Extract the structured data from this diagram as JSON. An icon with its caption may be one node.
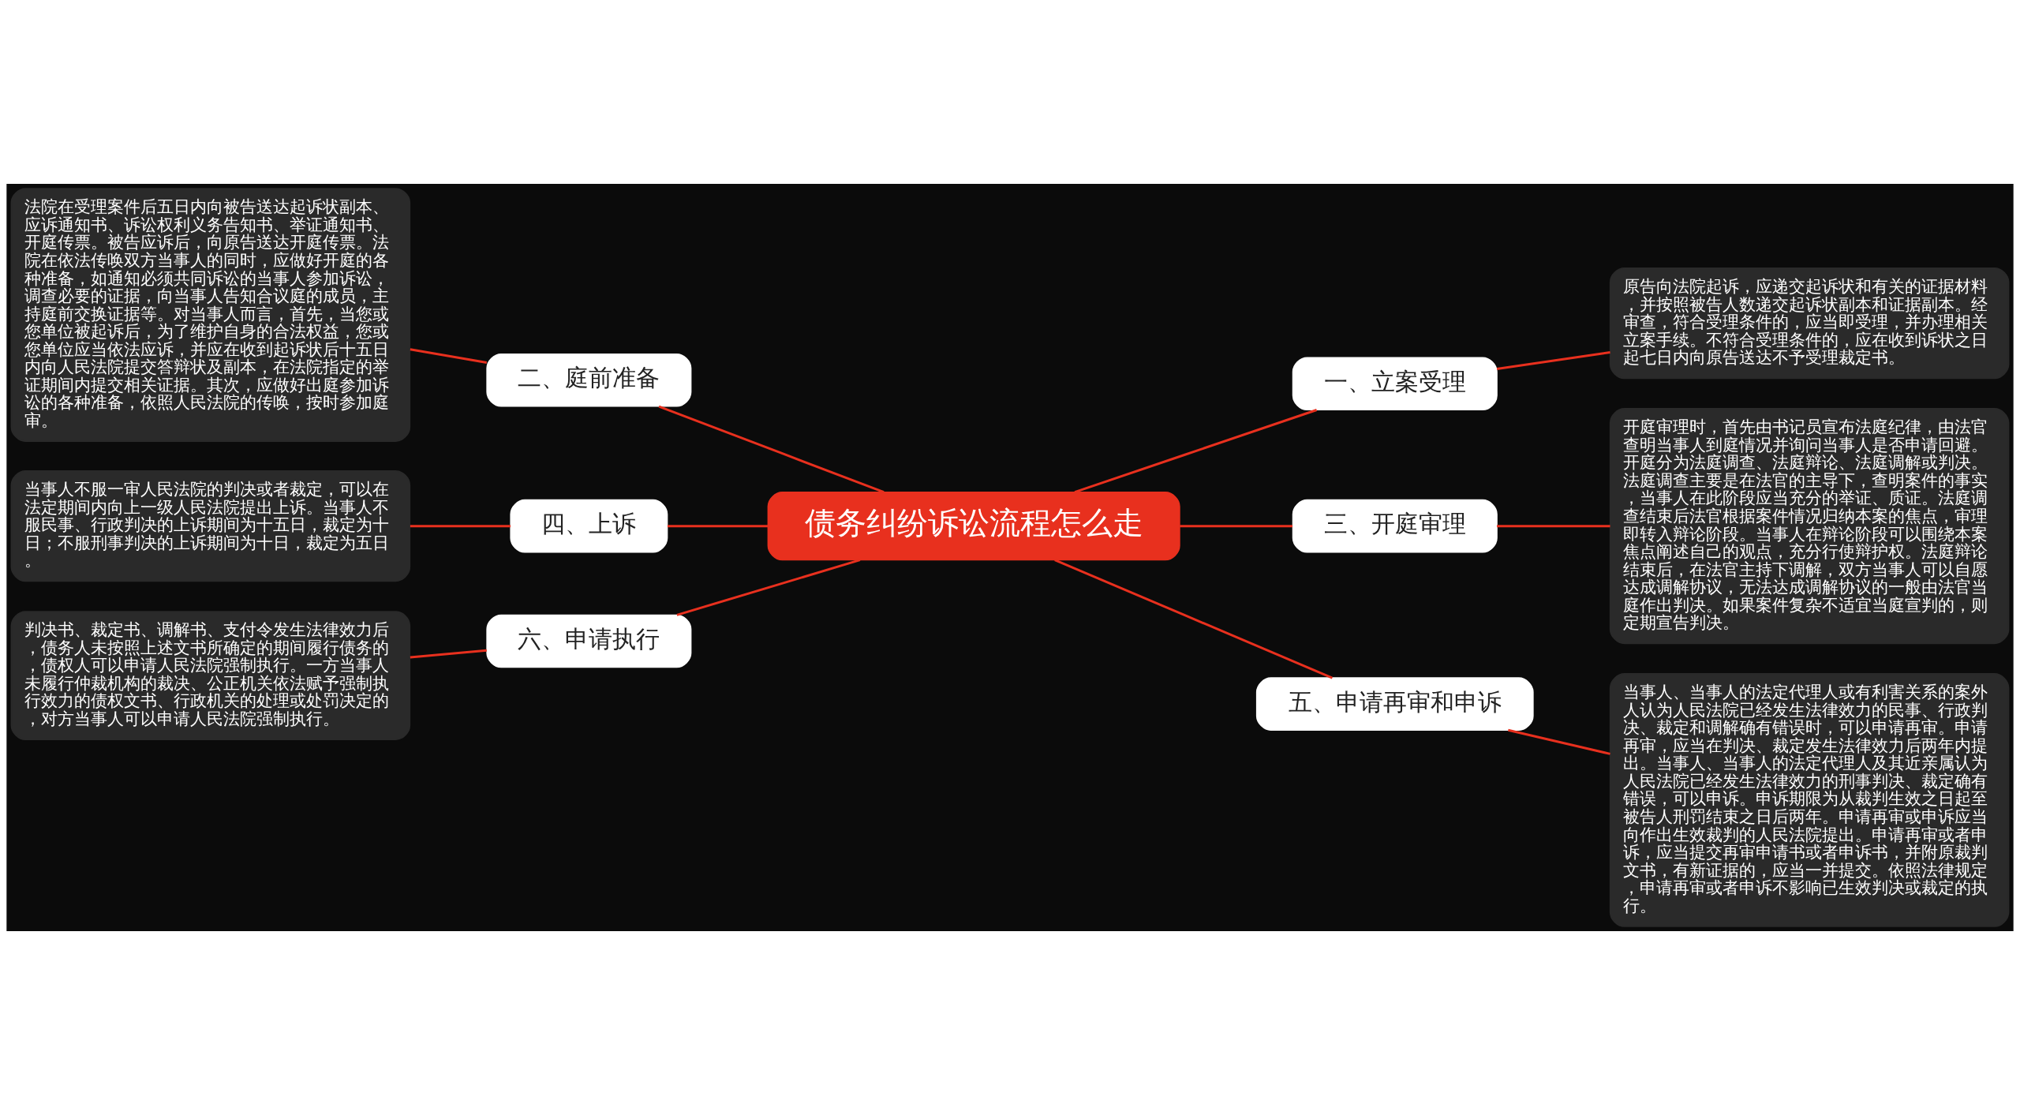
{
  "diagram": {
    "nodes": [
      {
        "text": [
          "债务纠纷诉讼流程怎么走"
        ]
      },
      {
        "text": [
          "一、立案受理"
        ]
      },
      {
        "text": [
          "原告向法院起诉，应递交起诉状和有关的证据材料，并按照被告人数递交起诉状副本和证据副本。经审查，符合受理条件的，应当即受理，并办理相关立案手续。不符合受理条件的，应在收到诉状之日起七日内向原告送达不予受理裁定书。"
        ]
      },
      {
        "text": [
          "二、庭前准备"
        ]
      },
      {
        "text": [
          "法院在受理案件后五日内向被告送达起诉状副本、应诉通知书、诉讼权利义务告知书、举证通知书、开庭传票。被告应诉后，向原告送达开庭传票。法院在依法传唤双方当事人的同时，应做好开庭的各种准备，如通知必须共同诉讼的当事人参加诉讼，调查必要的证据，向当事人告知合议庭的成员，主持庭前交换证据等。对当事人而言，首先，当您或您单位被起诉后，为了维护自身的合法权益，您或您单位应当依法应诉，并应在收到起诉状后十五日内向人民法院提交答辩状及副本，在法院指定的举证期间内提交相关证据。其次，应做好出庭参加诉讼的各种准备，依照人民法院的传唤，按时参加庭审。"
        ]
      },
      {
        "text": [
          "三、开庭审理"
        ]
      },
      {
        "text": [
          "开庭审理时，首先由书记员宣布法庭纪律，由法官查明当事人到庭情况并询问当事人是否申请回避。开庭分为法庭调查、法庭辩论、法庭调解或判决。法庭调查主要是在法官的主导下，查明案件的事实，当事人在此阶段应当充分的举证、质证。法庭调查结束后法官根据案件情况归纳本案的焦点，审理即转入辩论阶段。当事人在辩论阶段可以围绕本案焦点阐述自己的观点，充分行使辩护权。法庭辩论结束后，在法官主持下调解，双方当事人可以自愿达成调解协议，无法达成调解协议的一般由法官当庭作出判决。如果案件复杂不适宜当庭宣判的，则定期宣告判决。"
        ]
      },
      {
        "text": [
          "四、上诉"
        ]
      },
      {
        "text": [
          "当事人不服一审人民法院的判决或者裁定，可以在法定期间内向上一级人民法院提出上诉。当事人不服民事、行政判决的上诉期间为十五日，裁定为十日；不服刑事判决的上诉期间为十日，裁定为五日。"
        ]
      },
      {
        "text": [
          "五、申请再审和申诉"
        ]
      },
      {
        "text": [
          "当事人、当事人的法定代理人或有利害关系的案外人认为人民法院已经发生法律效力的民事、行政判决、裁定和调解确有错误时，可以申请再审。申请再审，应当在判决、裁定发生法律效力后两年内提出。当事人、当事人的法定代理人及其近亲属认为人民法院已经发生法律效力的刑事判决、裁定确有错误，可以申诉。申诉期限为从裁判生效之日起至被告人刑罚结束之日后两年。申请再审或申诉应当向作出生效裁判的人民法院提出。申请再审或者申诉，应当提交再审申请书或者申诉书，并附原裁判文书，有新证据的，应当一并提交。依照法律规定，申请再审或者申诉不影响已生效判决或裁定的执行。"
        ]
      },
      {
        "text": [
          "六、申请执行"
        ]
      },
      {
        "text": [
          "判决书、裁定书、调解书、支付令发生法律效力后，债务人未按照上述文书所确定的期间履行债务的，债权人可以申请人民法院强制执行。一方当事人未履行仲裁机构的裁决、公正机关依法赋予强制执行效力的债权文书、行政机关的处理或处罚决定的，对方当事人可以申请人民法院强制执行。"
        ]
      }
    ],
    "edges": [
      {
        "from": 0,
        "to": 1,
        "arrow": "none"
      },
      {
        "from": 1,
        "to": 2,
        "arrow": "none"
      },
      {
        "from": 3,
        "to": 0,
        "arrow": "none"
      },
      {
        "from": 4,
        "to": 3,
        "arrow": "none"
      },
      {
        "from": 0,
        "to": 5,
        "arrow": "none"
      },
      {
        "from": 5,
        "to": 6,
        "arrow": "none"
      },
      {
        "from": 7,
        "to": 0,
        "arrow": "none"
      },
      {
        "from": 8,
        "to": 7,
        "arrow": "none"
      },
      {
        "from": 0,
        "to": 9,
        "arrow": "none"
      },
      {
        "from": 9,
        "to": 10,
        "arrow": "none"
      },
      {
        "from": 11,
        "to": 0,
        "arrow": "none"
      },
      {
        "from": 12,
        "to": 11,
        "arrow": "none"
      }
    ]
  }
}
